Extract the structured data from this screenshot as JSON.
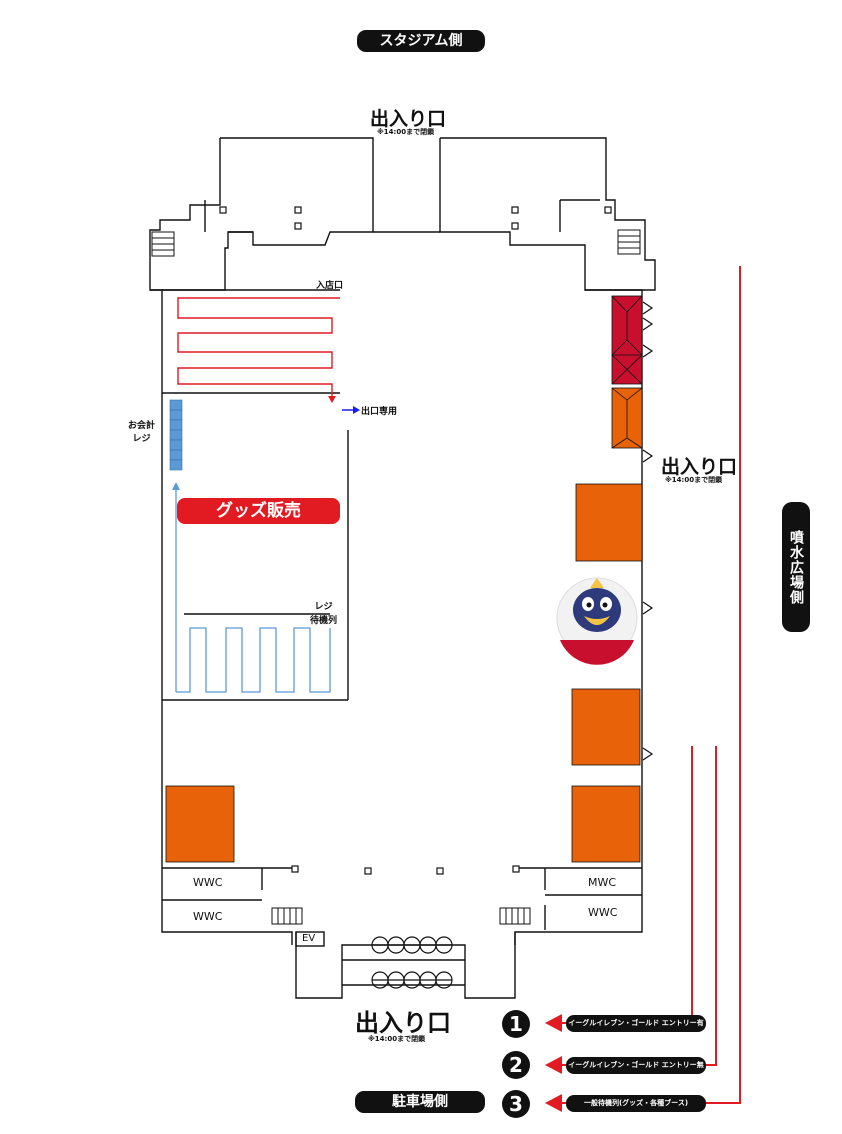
{
  "sides": {
    "stadium": "スタジアム側",
    "fountain": "噴水広場側",
    "parking": "駐車場側"
  },
  "entrances": {
    "top": {
      "label": "出入り口",
      "note": "※14:00まで閉鎖"
    },
    "right": {
      "label": "出入り口",
      "note": "※14:00まで閉鎖"
    },
    "bottom": {
      "label": "出入り口",
      "note": "※14:00まで閉鎖"
    }
  },
  "store": {
    "entry_label": "入店口",
    "exit_label": "出口専用",
    "register_label": "お会計\nレジ",
    "queue_label": "レジ\n待機列",
    "goods_label": "グッズ販売"
  },
  "rooms": {
    "wwc_1": "WWC",
    "wwc_2": "WWC",
    "mwc": "MWC",
    "wwc_3": "WWC",
    "ev": "EV"
  },
  "legend": [
    {
      "number": "1",
      "label": "イーグルイレブン・ゴールド エントリー有"
    },
    {
      "number": "2",
      "label": "イーグルイレブン・ゴールド エントリー無"
    },
    {
      "number": "3",
      "label": "一般待機列(グッズ・各種ブース)"
    }
  ],
  "colors": {
    "booth_orange": "#e8620a",
    "booth_red": "#c8102e",
    "route_red": "#e21b23",
    "register_blue": "#5b9bd5",
    "exit_arrow_blue": "#1a1aff"
  },
  "icons": {
    "mascot": "mascot-emblem-icon",
    "stairs": "stairs-icon",
    "door": "door-icon"
  }
}
